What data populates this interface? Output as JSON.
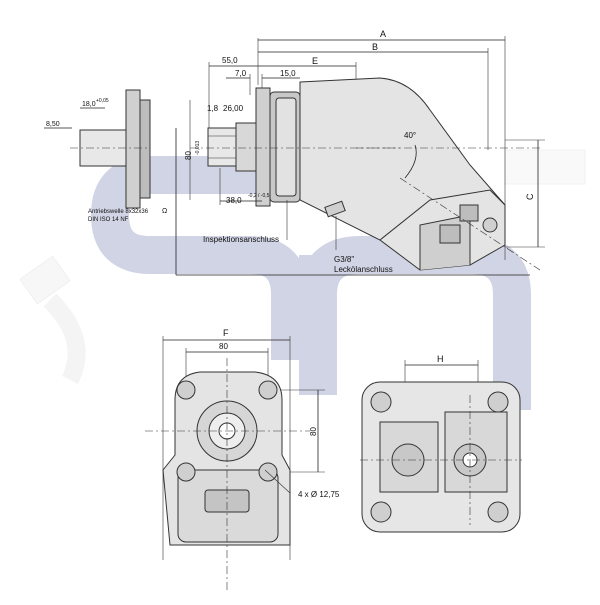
{
  "dimensions": {
    "A": "A",
    "B": "B",
    "E": "E",
    "C": "C",
    "F": "F",
    "H": "H",
    "d55": "55,0",
    "d7": "7,0",
    "d15": "15,0",
    "d1_8": "1,8",
    "d26": "26,00",
    "d38": "38,0",
    "d38_tol": "-0,2 / -0,5",
    "d18": "18,0",
    "d18_tol": "+0,05",
    "d8_50": "8,50",
    "d80_side": "80",
    "d80_tol": "-0,013",
    "angle": "40°",
    "d80_front": "80",
    "d80_front_v": "80",
    "holes": "4 x Ø 12,75"
  },
  "labels": {
    "shaft_line1": "Antriebswelle 8x32x36",
    "shaft_line2": "DIN ISO 14 NF",
    "inspection": "Inspektionsanschluss",
    "port_g38": "G3/8\"",
    "leak_port": "Leckölanschluss"
  },
  "colors": {
    "watermark": "#c9cde0",
    "body": "#e4e4e4",
    "body_dark": "#bdbdbd",
    "line": "#222222"
  }
}
